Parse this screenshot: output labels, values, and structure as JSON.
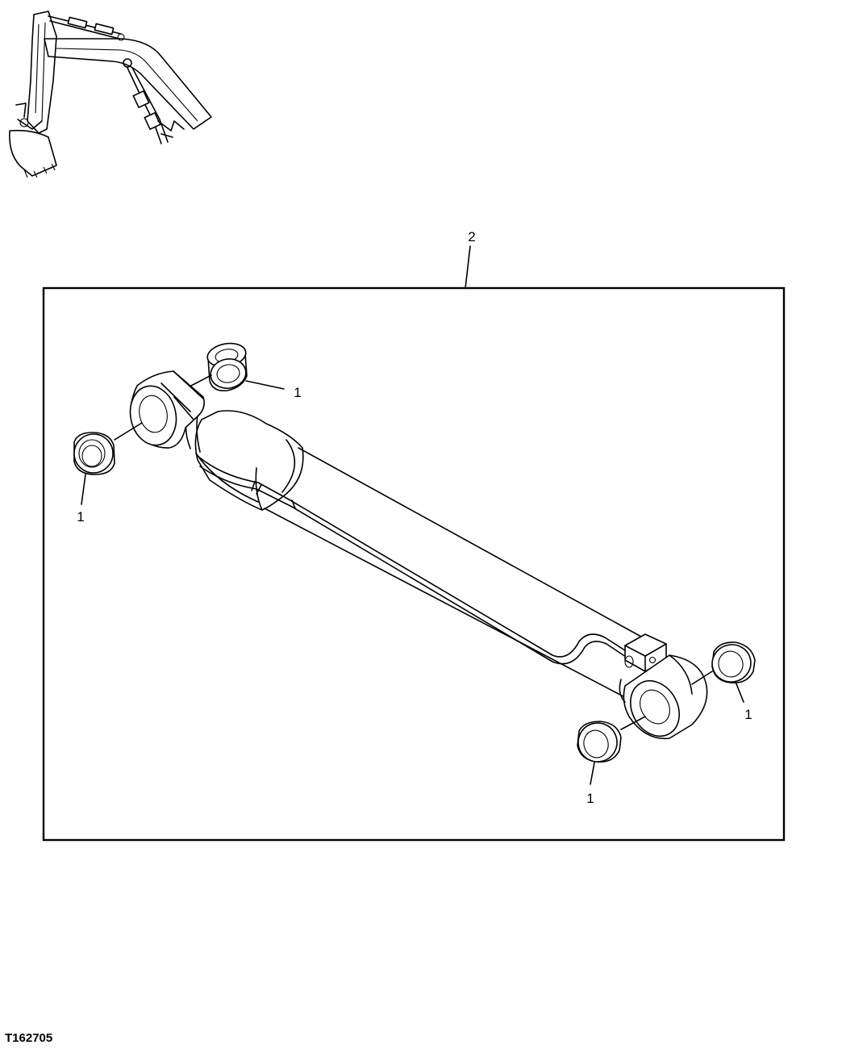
{
  "figure_id": "T162705",
  "callouts": {
    "kit": "2",
    "bushing_top": "1",
    "bushing_left": "1",
    "bushing_right": "1",
    "bushing_bottom": "1"
  }
}
